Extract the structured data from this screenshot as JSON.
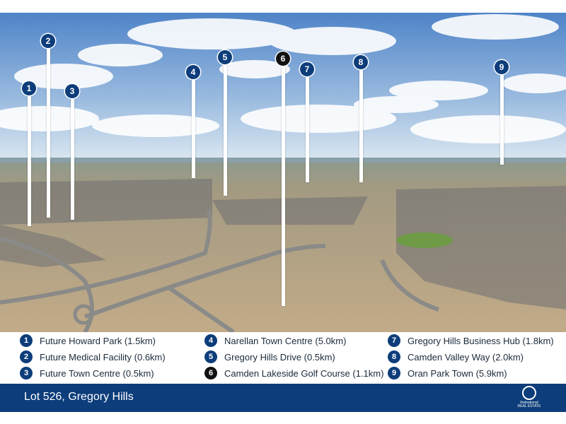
{
  "colors": {
    "accent": "#0d3d7a",
    "highlight": "#111111",
    "sky_top": "#5b8ccc",
    "sky_bottom": "#cfe0f0",
    "ground": "#b8a383"
  },
  "pins": [
    {
      "number": "1",
      "color": "#0d3d7a"
    },
    {
      "number": "2",
      "color": "#0d3d7a"
    },
    {
      "number": "3",
      "color": "#0d3d7a"
    },
    {
      "number": "4",
      "color": "#0d3d7a"
    },
    {
      "number": "5",
      "color": "#0d3d7a"
    },
    {
      "number": "6",
      "color": "#111111"
    },
    {
      "number": "7",
      "color": "#0d3d7a"
    },
    {
      "number": "8",
      "color": "#0d3d7a"
    },
    {
      "number": "9",
      "color": "#0d3d7a"
    }
  ],
  "legend": [
    {
      "number": "1",
      "label": "Future Howard Park (1.5km)",
      "color": "#0d3d7a"
    },
    {
      "number": "2",
      "label": "Future Medical Facility (0.6km)",
      "color": "#0d3d7a"
    },
    {
      "number": "3",
      "label": "Future Town Centre (0.5km)",
      "color": "#0d3d7a"
    },
    {
      "number": "4",
      "label": "Narellan Town Centre (5.0km)",
      "color": "#0d3d7a"
    },
    {
      "number": "5",
      "label": "Gregory Hills Drive (0.5km)",
      "color": "#0d3d7a"
    },
    {
      "number": "6",
      "label": "Camden Lakeside Golf Course (1.1km)",
      "color": "#111111"
    },
    {
      "number": "7",
      "label": "Gregory Hills Business Hub (1.8km)",
      "color": "#0d3d7a"
    },
    {
      "number": "8",
      "label": "Camden Valley Way (2.0km)",
      "color": "#0d3d7a"
    },
    {
      "number": "9",
      "label": "Oran Park Town (5.9km)",
      "color": "#0d3d7a"
    }
  ],
  "footer": {
    "title": "Lot 526, Gregory Hills",
    "logo_text": "firstnational",
    "logo_subtext": "REAL ESTATE"
  }
}
